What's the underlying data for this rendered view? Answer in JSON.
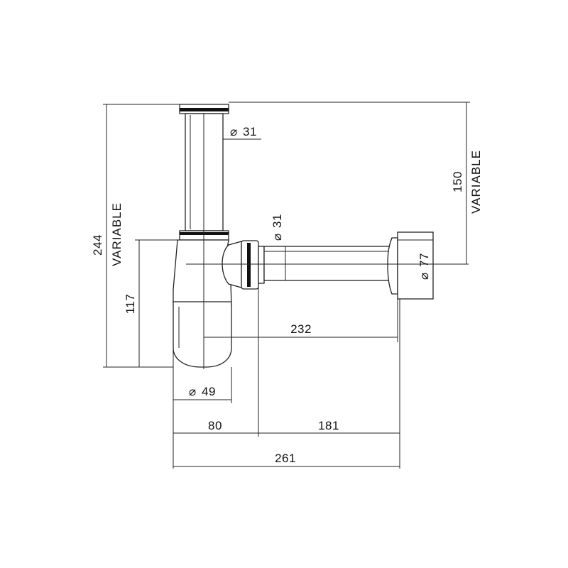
{
  "dimensions": {
    "total_height": "244",
    "total_height_note": "VARIABLE",
    "outlet_height": "150",
    "outlet_height_note": "VARIABLE",
    "bottle_height": "117",
    "tailpiece_diameter": "31",
    "outlet_pipe_diameter": "31",
    "wall_flange_diameter": "77",
    "bottle_diameter": "49",
    "axis_to_flange": "232",
    "bottle_width": "80",
    "outlet_length": "181",
    "total_width": "261"
  },
  "symbols": {
    "diameter": "⌀"
  }
}
